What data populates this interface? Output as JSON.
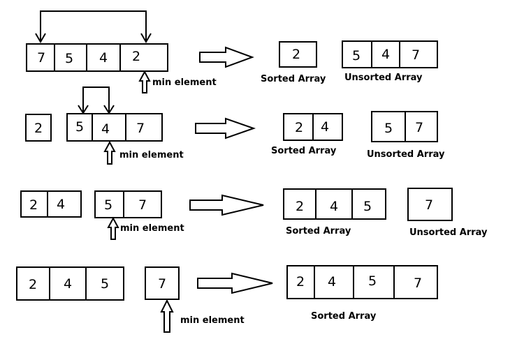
{
  "rows": [
    {
      "array_values": [
        "7",
        "5",
        "4",
        "2"
      ],
      "min_label": "min element",
      "sorted_values": [
        "2"
      ],
      "sorted_label": "Sorted Array",
      "unsorted_values": [
        "5",
        "4",
        "7"
      ],
      "unsorted_label": "Unsorted Array"
    },
    {
      "prefix_values": [
        "2"
      ],
      "array_values": [
        "5",
        "4",
        "7"
      ],
      "min_label": "min element",
      "sorted_values": [
        "2",
        "4"
      ],
      "sorted_label": "Sorted Array",
      "unsorted_values": [
        "5",
        "7"
      ],
      "unsorted_label": "Unsorted Array"
    },
    {
      "prefix_values": [
        "2",
        "4"
      ],
      "array_values": [
        "5",
        "7"
      ],
      "min_label": "min element",
      "sorted_values": [
        "2",
        "4",
        "5"
      ],
      "sorted_label": "Sorted Array",
      "unsorted_values": [
        "7"
      ],
      "unsorted_label": "Unsorted Array"
    },
    {
      "prefix_values": [
        "2",
        "4",
        "5"
      ],
      "array_values": [
        "7"
      ],
      "min_label": "min element",
      "sorted_values": [
        "2",
        "4",
        "5",
        "7"
      ],
      "sorted_label": "Sorted Array"
    }
  ]
}
